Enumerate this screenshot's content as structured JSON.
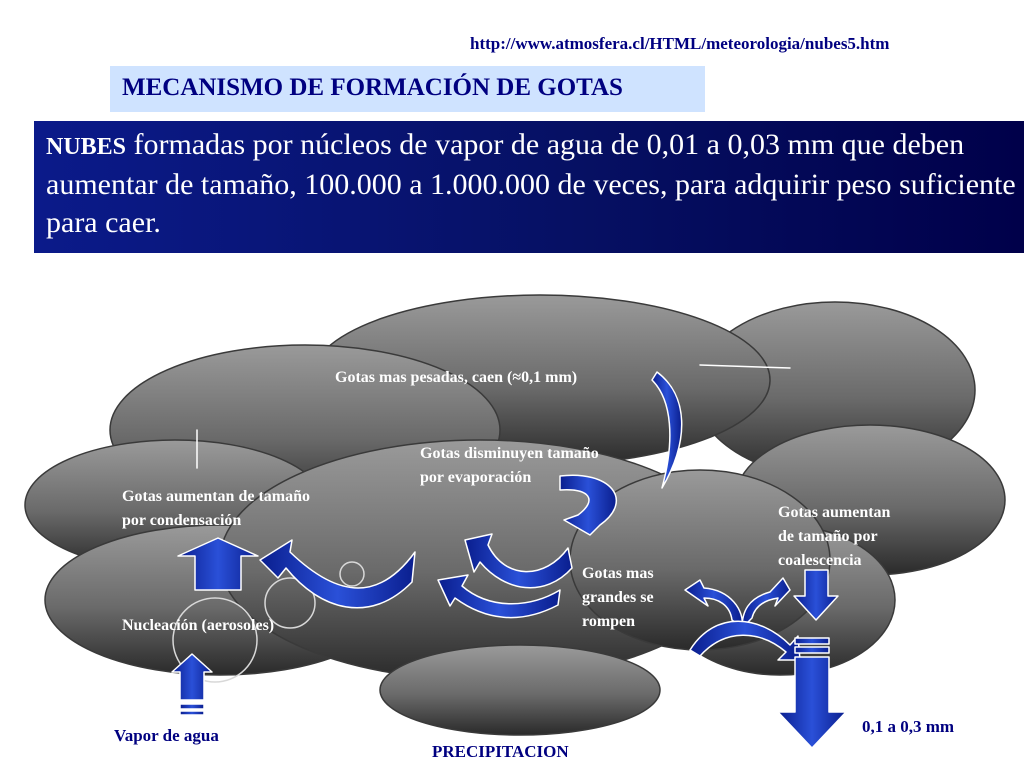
{
  "source_url": "http://www.atmosfera.cl/HTML/meteorologia/nubes5.htm",
  "title": "MECANISMO DE FORMACIÓN DE GOTAS",
  "intro": {
    "lead": "NUBES",
    "text": " formadas por núcleos de vapor de agua de 0,01 a 0,03 mm que deben aumentar de tamaño, 100.000 a 1.000.000 de veces, para adquirir peso suficiente para caer."
  },
  "labels": {
    "heavy_drops": "Gotas mas pesadas, caen (≈0,1 mm)",
    "evaporation": [
      "Gotas disminuyen tamaño",
      "por evaporación"
    ],
    "condensation": [
      "Gotas aumentan de tamaño",
      "por condensación"
    ],
    "coalescence": [
      "Gotas aumentan",
      "de tamaño por",
      "coalescencia"
    ],
    "break_up": [
      "Gotas mas",
      "grandes se",
      "rompen"
    ],
    "nucleation": "Nucleación (aerosoles)",
    "water_vapor": "Vapor de agua",
    "precipitation": "PRECIPITACION",
    "size_range": "0,1 a 0,3 mm"
  },
  "colors": {
    "title_bg": "#cfe3ff",
    "title_text": "#000080",
    "intro_bg": "#061063",
    "cloud": "#6a6a6a",
    "arrow": "#0a22a8"
  }
}
